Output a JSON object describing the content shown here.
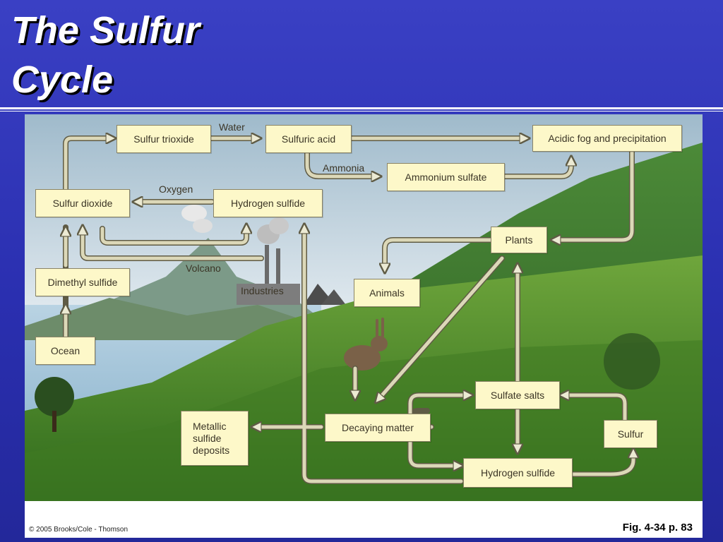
{
  "slide": {
    "title_line1": "The Sulfur",
    "title_line2": "Cycle"
  },
  "colors": {
    "background": "#2a2fb0",
    "title_text": "#ffffff",
    "box_fill": "#fdf8c9",
    "arrow": "#dcd8b8",
    "grass": "#4f8a2c",
    "sky": "#cfe0ea"
  },
  "diagram": {
    "nodes": {
      "sulfur_trioxide": "Sulfur trioxide",
      "sulfuric_acid": "Sulfuric acid",
      "acidic_fog": "Acidic fog and precipitation",
      "ammonium_sulfate": "Ammonium sulfate",
      "sulfur_dioxide": "Sulfur dioxide",
      "hydrogen_sulfide_top": "Hydrogen sulfide",
      "plants": "Plants",
      "dimethyl_sulfide": "Dimethyl sulfide",
      "animals": "Animals",
      "ocean": "Ocean",
      "sulfate_salts": "Sulfate salts",
      "metallic_sulfide_deposits": "Metallic sulfide deposits",
      "decaying_matter": "Decaying matter",
      "sulfur": "Sulfur",
      "hydrogen_sulfide_bottom": "Hydrogen sulfide"
    },
    "edge_labels": {
      "water": "Water",
      "ammonia": "Ammonia",
      "oxygen": "Oxygen"
    },
    "scene_labels": {
      "volcano": "Volcano",
      "industries": "Industries"
    },
    "credit": "© 2005 Brooks/Cole - Thomson",
    "figure_ref": "Fig. 4-34 p. 83"
  }
}
